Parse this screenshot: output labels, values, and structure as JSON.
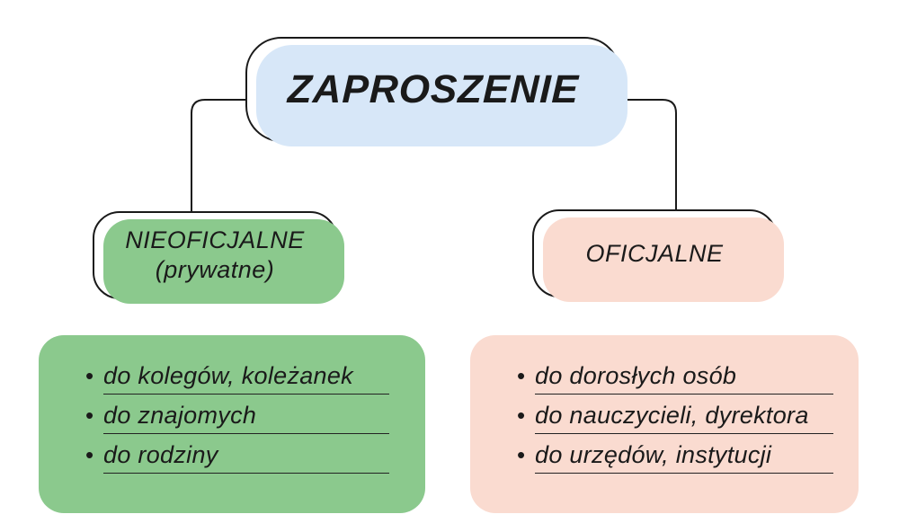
{
  "colors": {
    "blue": "#d7e7f8",
    "green": "#8bc98d",
    "peach": "#fadbd0",
    "text": "#1a1a1a"
  },
  "root": {
    "title": "ZAPROSZENIE"
  },
  "branches": [
    {
      "label_line1": "NIEOFICJALNE",
      "label_line2": "(prywatne)",
      "items": [
        "do kolegów, koleżanek",
        "do znajomych",
        "do rodziny"
      ]
    },
    {
      "label_line1": "OFICJALNE",
      "label_line2": "",
      "items": [
        "do dorosłych osób",
        "do nauczycieli, dyrektora",
        "do urzędów, instytucji"
      ]
    }
  ],
  "bullet_glyph": "•"
}
